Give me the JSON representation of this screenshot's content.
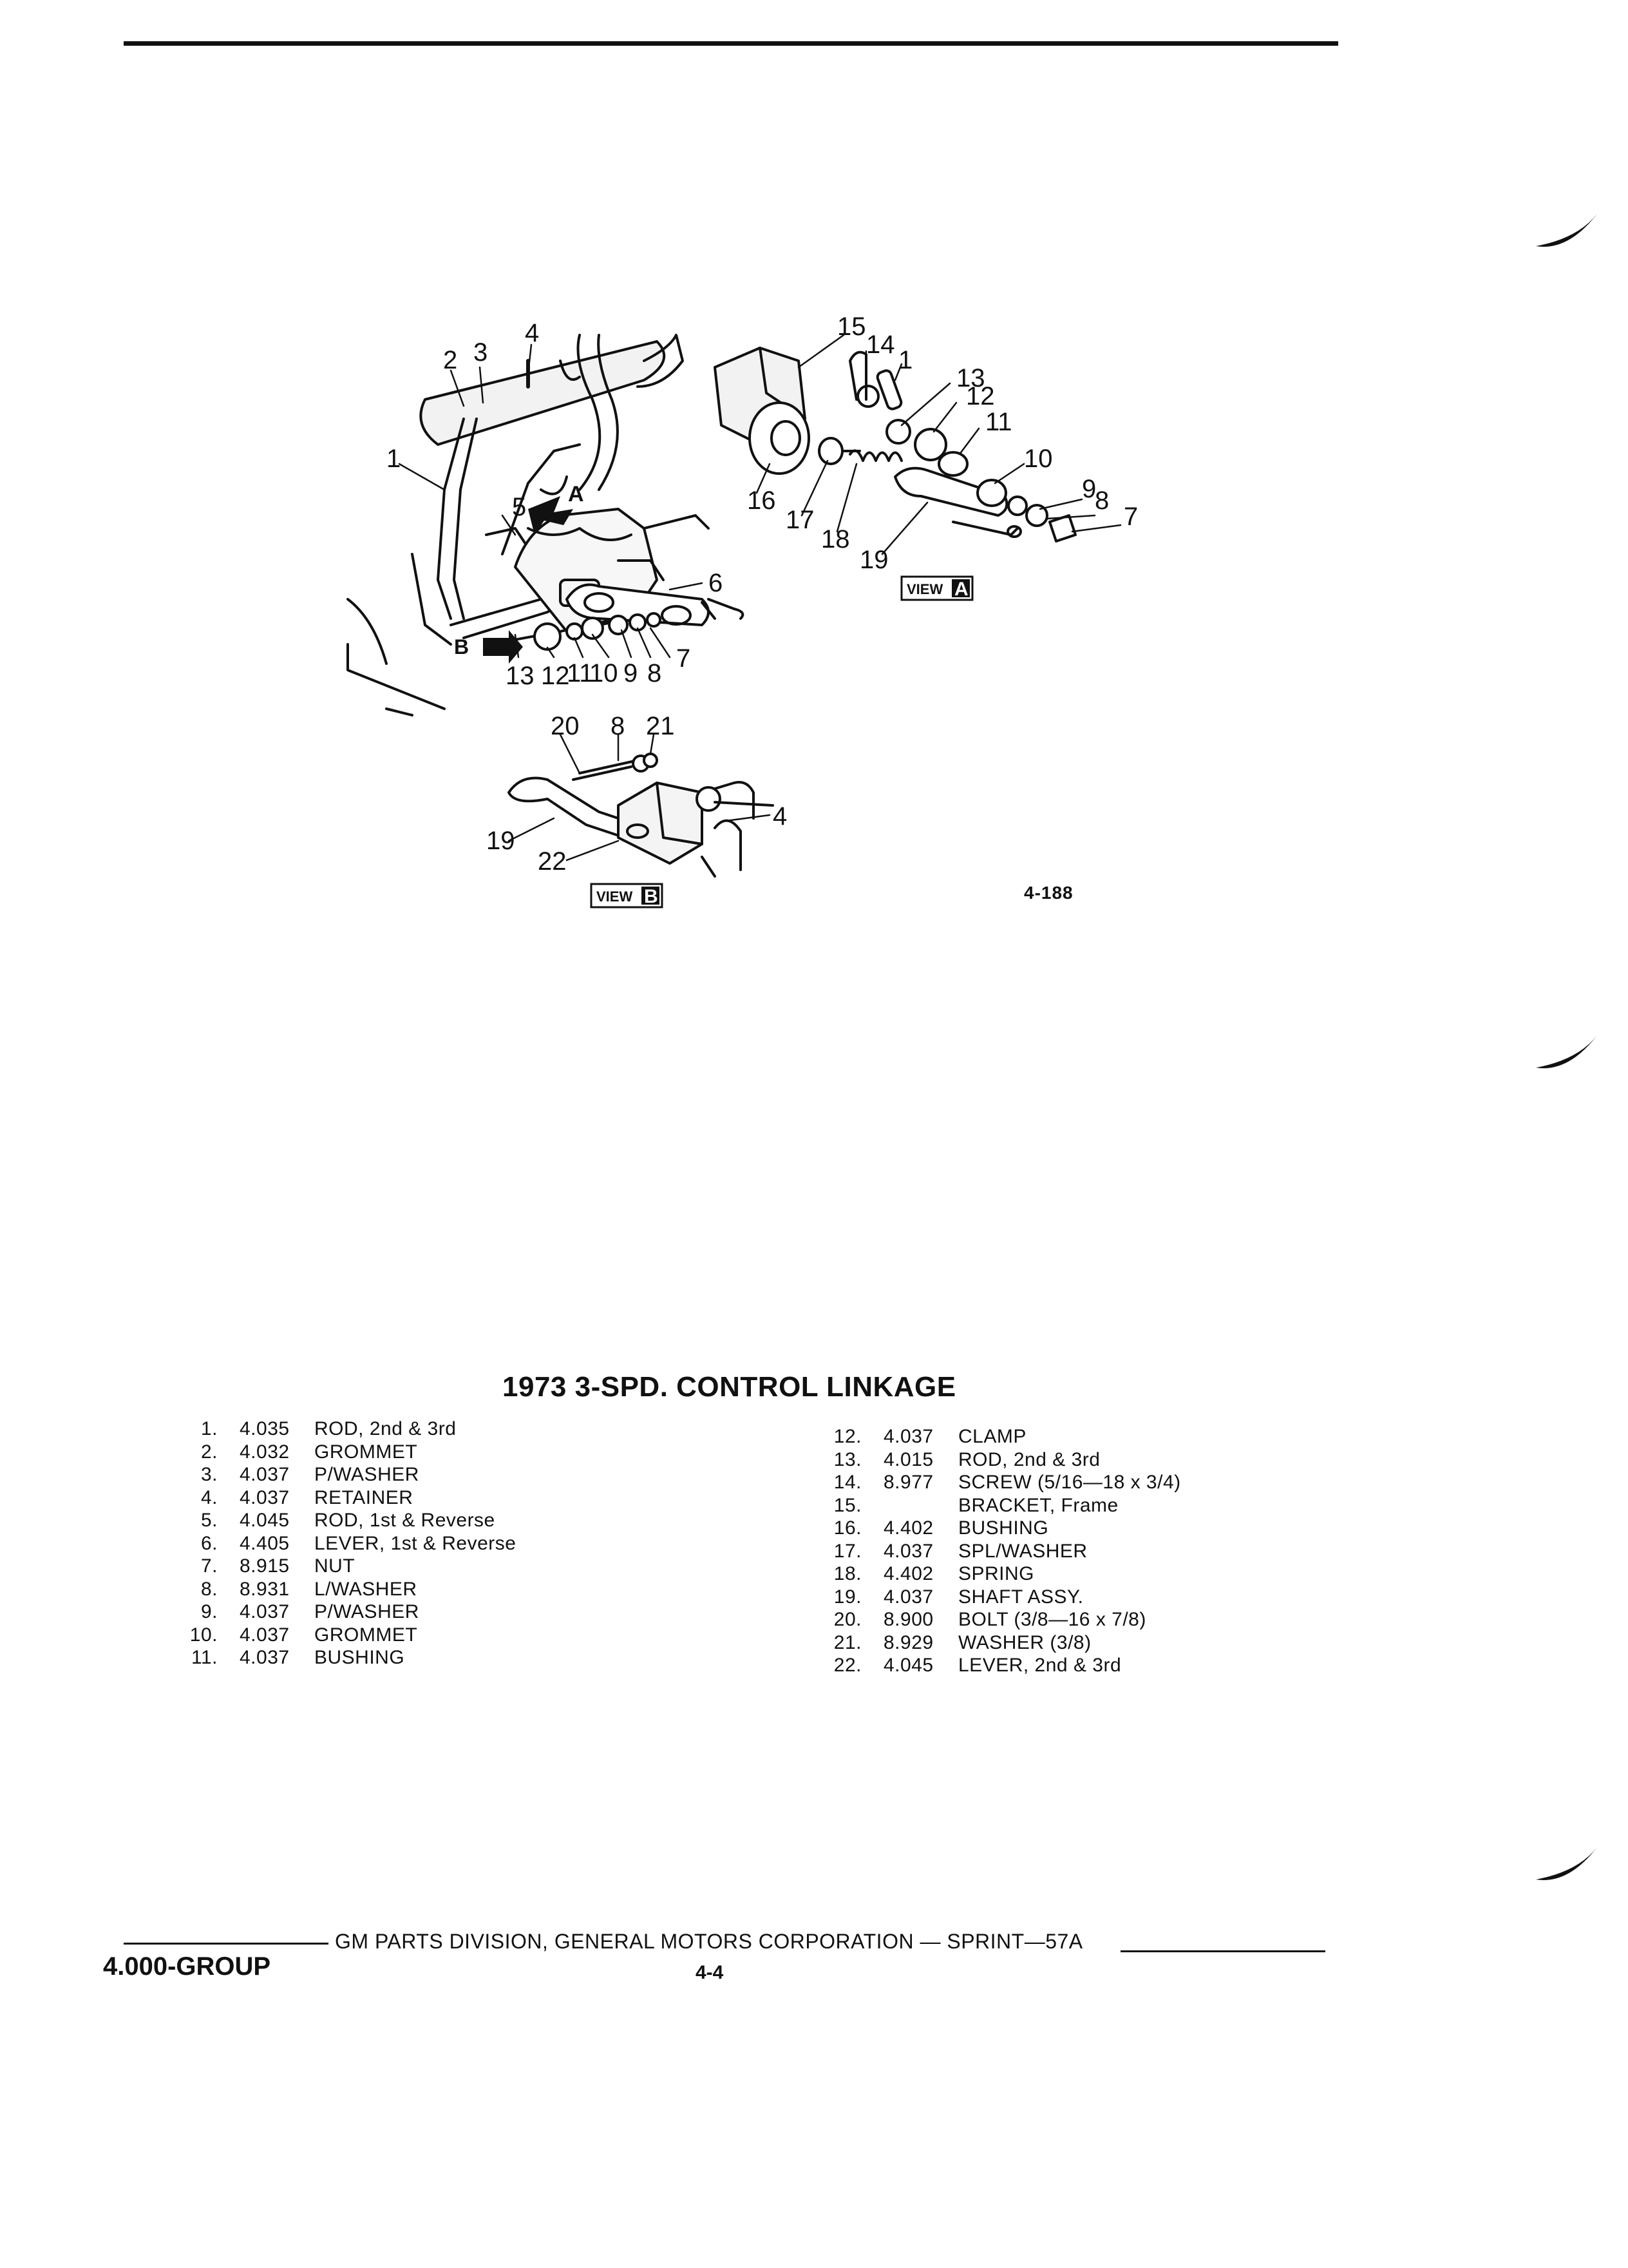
{
  "figure_number": "4-188",
  "title": "1973 3-SPD. CONTROL LINKAGE",
  "view_labels": {
    "view_word": "VIEW",
    "view_a_letter": "A",
    "view_b_letter": "B"
  },
  "diagram_labels": {
    "main": [
      "1",
      "2",
      "3",
      "4",
      "5",
      "6",
      "7",
      "8",
      "9",
      "10",
      "11",
      "12",
      "13",
      "A",
      "B"
    ],
    "view_a": [
      "1",
      "7",
      "8",
      "9",
      "10",
      "11",
      "12",
      "13",
      "14",
      "15",
      "16",
      "17",
      "18",
      "19"
    ],
    "view_b": [
      "4",
      "8",
      "19",
      "20",
      "21",
      "22"
    ]
  },
  "parts_left": [
    {
      "num": "1.",
      "code": "4.035",
      "desc": "ROD, 2nd & 3rd"
    },
    {
      "num": "2.",
      "code": "4.032",
      "desc": "GROMMET"
    },
    {
      "num": "3.",
      "code": "4.037",
      "desc": "P/WASHER"
    },
    {
      "num": "4.",
      "code": "4.037",
      "desc": "RETAINER"
    },
    {
      "num": "5.",
      "code": "4.045",
      "desc": "ROD, 1st & Reverse"
    },
    {
      "num": "6.",
      "code": "4.405",
      "desc": "LEVER, 1st & Reverse"
    },
    {
      "num": "7.",
      "code": "8.915",
      "desc": "NUT"
    },
    {
      "num": "8.",
      "code": "8.931",
      "desc": "L/WASHER"
    },
    {
      "num": "9.",
      "code": "4.037",
      "desc": "P/WASHER"
    },
    {
      "num": "10.",
      "code": "4.037",
      "desc": "GROMMET"
    },
    {
      "num": "11.",
      "code": "4.037",
      "desc": "BUSHING"
    }
  ],
  "parts_right": [
    {
      "num": "12.",
      "code": "4.037",
      "desc": "CLAMP"
    },
    {
      "num": "13.",
      "code": "4.015",
      "desc": "ROD, 2nd & 3rd"
    },
    {
      "num": "14.",
      "code": "8.977",
      "desc": "SCREW (5/16—18 x 3/4)"
    },
    {
      "num": "15.",
      "code": "",
      "desc": "BRACKET, Frame"
    },
    {
      "num": "16.",
      "code": "4.402",
      "desc": "BUSHING"
    },
    {
      "num": "17.",
      "code": "4.037",
      "desc": "SPL/WASHER"
    },
    {
      "num": "18.",
      "code": "4.402",
      "desc": "SPRING"
    },
    {
      "num": "19.",
      "code": "4.037",
      "desc": "SHAFT ASSY."
    },
    {
      "num": "20.",
      "code": "8.900",
      "desc": "BOLT (3/8—16 x 7/8)"
    },
    {
      "num": "21.",
      "code": "8.929",
      "desc": "WASHER (3/8)"
    },
    {
      "num": "22.",
      "code": "4.045",
      "desc": "LEVER, 2nd & 3rd"
    }
  ],
  "footer": {
    "division": "GM PARTS DIVISION, GENERAL MOTORS CORPORATION — SPRINT—57A",
    "group": "4.000-GROUP",
    "page": "4-4"
  }
}
